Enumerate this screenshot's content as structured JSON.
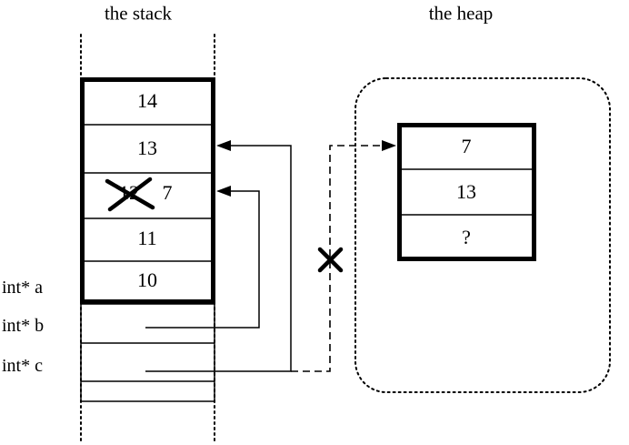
{
  "titles": {
    "stack": "the stack",
    "heap": "the heap"
  },
  "stack": {
    "cells": [
      "14",
      "13",
      "12",
      "11",
      "10"
    ],
    "overwritten_value": "7",
    "pointer_labels": [
      "int* a",
      "int* b",
      "int* c"
    ]
  },
  "heap": {
    "cells": [
      "7",
      "13",
      "?"
    ]
  }
}
